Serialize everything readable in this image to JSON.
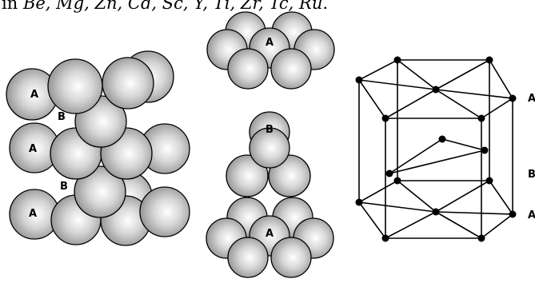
{
  "caption": {
    "prefix": "in",
    "elements": "Be, Mg, Zn, Cd, Sc, Y, Ti, Zr, Tc, Ru."
  },
  "layer_labels": {
    "a": "A",
    "b": "B"
  },
  "colors": {
    "sphere_light": "#ffffff",
    "sphere_dark": "#8a8a8a",
    "outline": "#000000"
  }
}
